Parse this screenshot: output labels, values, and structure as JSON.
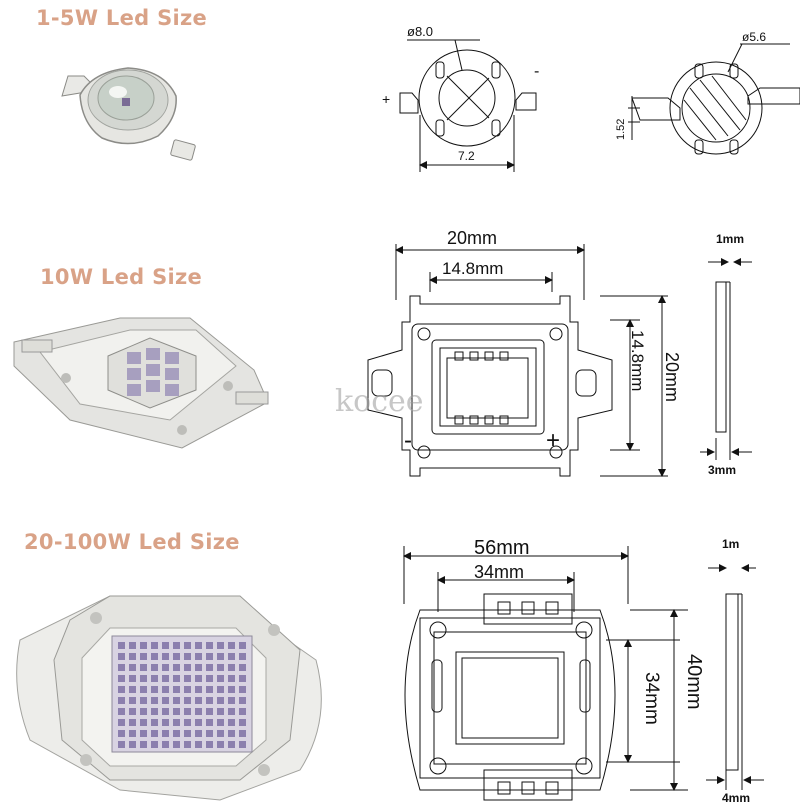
{
  "sections": {
    "small": {
      "title": "1-5W Led Size",
      "dims": {
        "outer_dia": "ø8.0",
        "width": "7.2",
        "lens_dia": "ø5.6",
        "height": "1.52",
        "plus": "+",
        "minus": "-"
      }
    },
    "medium": {
      "title": "10W Led Size",
      "dims": {
        "width_outer": "20mm",
        "width_inner": "14.8mm",
        "height_inner": "14.8mm",
        "height_outer": "20mm",
        "side_top": "1mm",
        "side_bottom": "3mm",
        "minus": "-",
        "plus": "+"
      }
    },
    "large": {
      "title": "20-100W Led Size",
      "dims": {
        "width_outer": "56mm",
        "width_inner": "34mm",
        "height_inner": "34mm",
        "height_outer": "40mm",
        "side_top": "1m",
        "side_bottom": "4mm"
      }
    }
  },
  "watermark": "kocee",
  "colors": {
    "title": "#d9a287",
    "line": "#111111"
  }
}
